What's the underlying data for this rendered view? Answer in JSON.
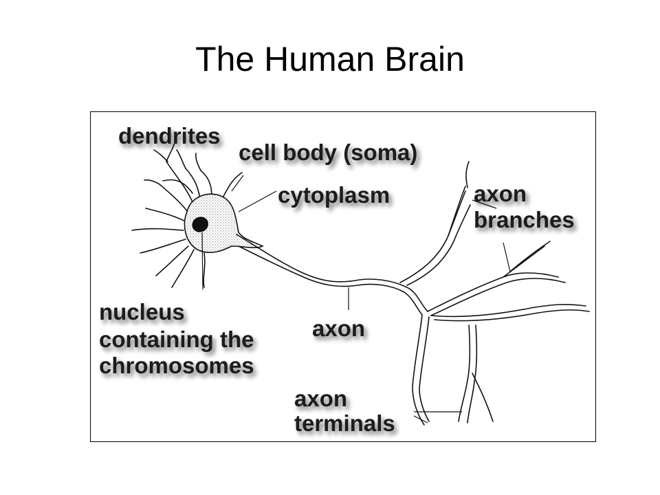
{
  "slide": {
    "title": "The Human Brain"
  },
  "diagram": {
    "labels": {
      "dendrites": "dendrites",
      "cell_body": "cell body (soma)",
      "cytoplasm": "cytoplasm",
      "axon_branches_1": "axon",
      "axon_branches_2": "branches",
      "nucleus_1": "nucleus",
      "nucleus_2": "containing the",
      "nucleus_3": "chromosomes",
      "axon": "axon",
      "axon_terminals_1": "axon",
      "axon_terminals_2": "terminals"
    }
  }
}
